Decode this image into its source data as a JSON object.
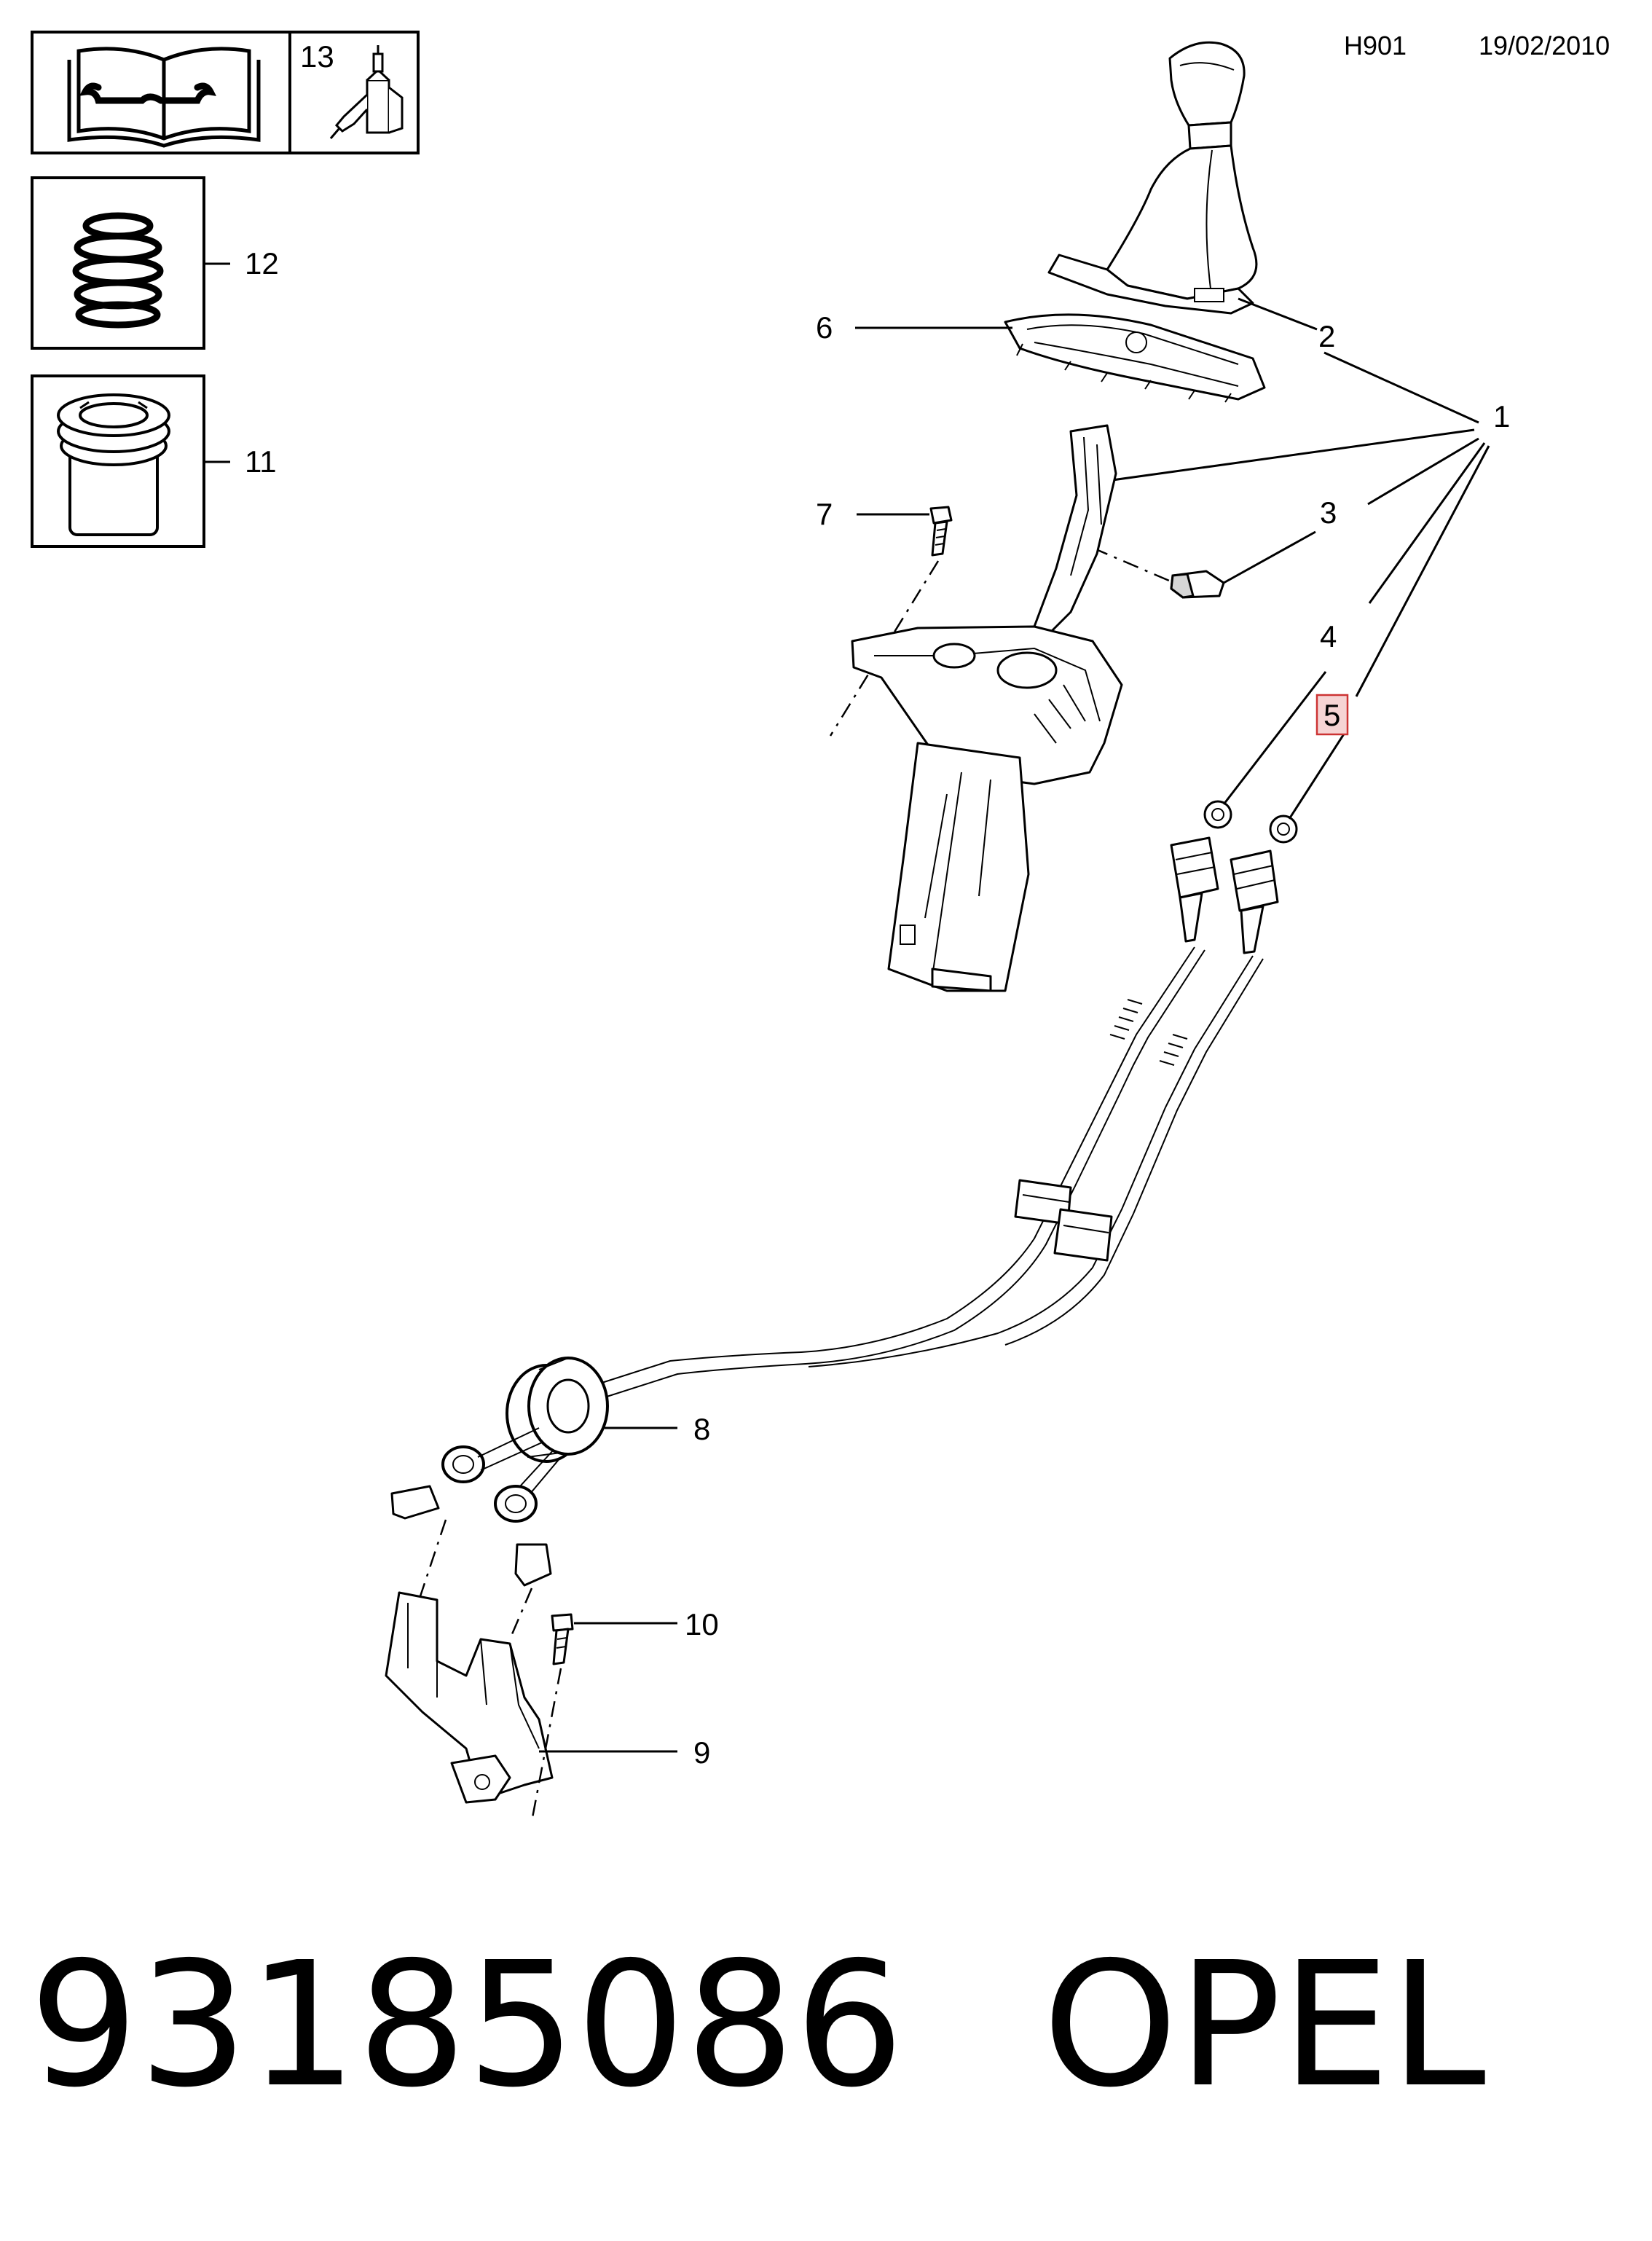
{
  "header": {
    "code": "H901",
    "date": "19/02/2010"
  },
  "legend": {
    "manual_icon": "repair-manual-icon",
    "item_13": {
      "number": "13",
      "icon": "lubricant-bottle-icon"
    },
    "item_12": {
      "number": "12",
      "icon": "spring-icon"
    },
    "item_11": {
      "number": "11",
      "icon": "bushing-icon"
    }
  },
  "callouts": {
    "c1": "1",
    "c2": "2",
    "c3": "3",
    "c4": "4",
    "c5": "5",
    "c6": "6",
    "c7": "7",
    "c8": "8",
    "c9": "9",
    "c10": "10"
  },
  "highlight": {
    "callout": "5",
    "color": "#cc3333"
  },
  "footer": {
    "part_number": "93185086",
    "brand": "OPEL"
  }
}
